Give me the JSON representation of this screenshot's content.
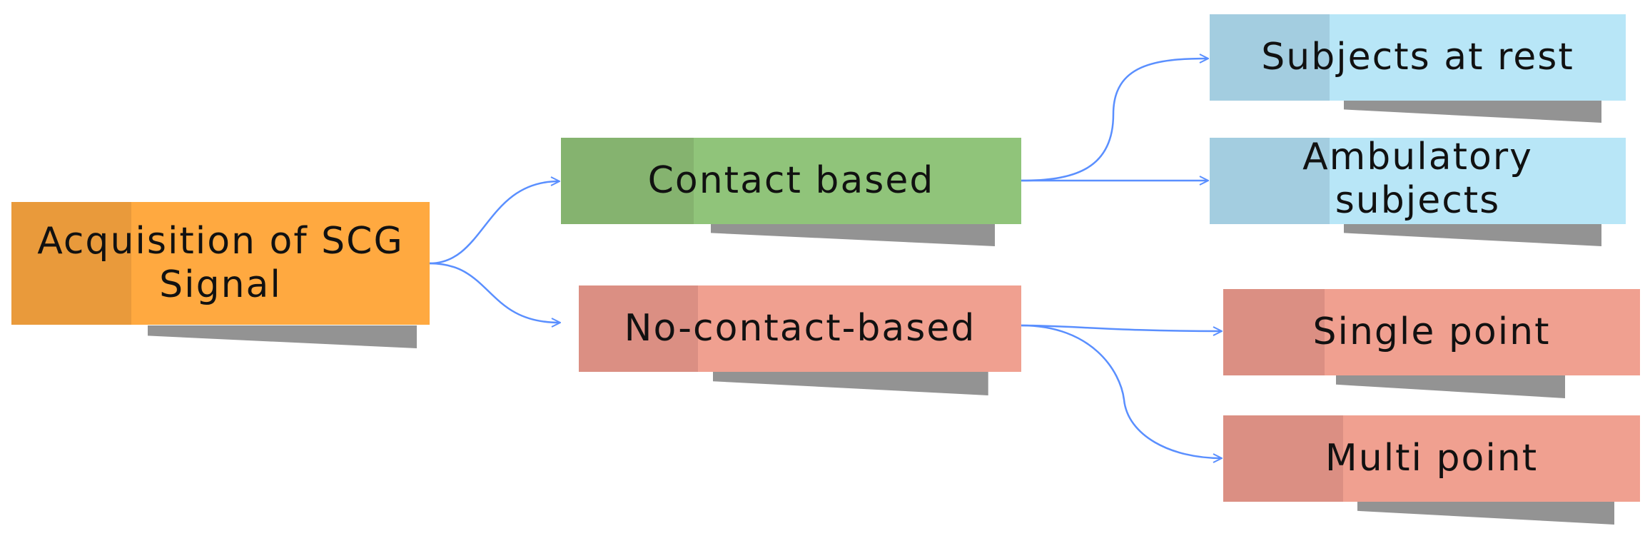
{
  "diagram": {
    "colors": {
      "connector": "#5a8fff",
      "shadow": "#939393",
      "text": "#111111"
    },
    "nodes": [
      {
        "id": "root",
        "label": "Acquisition of SCG Signal",
        "fill": "#ffa940",
        "tab_fill": "#e99a3b"
      },
      {
        "id": "contact",
        "label": "Contact based",
        "fill": "#90c47a",
        "tab_fill": "#85b36f"
      },
      {
        "id": "nocontact",
        "label": "No-contact-based",
        "fill": "#f0a090",
        "tab_fill": "#db8f83"
      },
      {
        "id": "rest",
        "label": "Subjects at rest",
        "fill": "#b8e6f7",
        "tab_fill": "#a3cde0"
      },
      {
        "id": "ambulatory",
        "label": "Ambulatory subjects",
        "fill": "#b8e6f7",
        "tab_fill": "#a3cde0"
      },
      {
        "id": "single",
        "label": "Single point",
        "fill": "#f0a090",
        "tab_fill": "#db8f83"
      },
      {
        "id": "multi",
        "label": "Multi point",
        "fill": "#f0a090",
        "tab_fill": "#db8f83"
      }
    ],
    "edges": [
      {
        "from": "root",
        "to": "contact"
      },
      {
        "from": "root",
        "to": "nocontact"
      },
      {
        "from": "contact",
        "to": "rest"
      },
      {
        "from": "contact",
        "to": "ambulatory"
      },
      {
        "from": "nocontact",
        "to": "single"
      },
      {
        "from": "nocontact",
        "to": "multi"
      }
    ]
  }
}
